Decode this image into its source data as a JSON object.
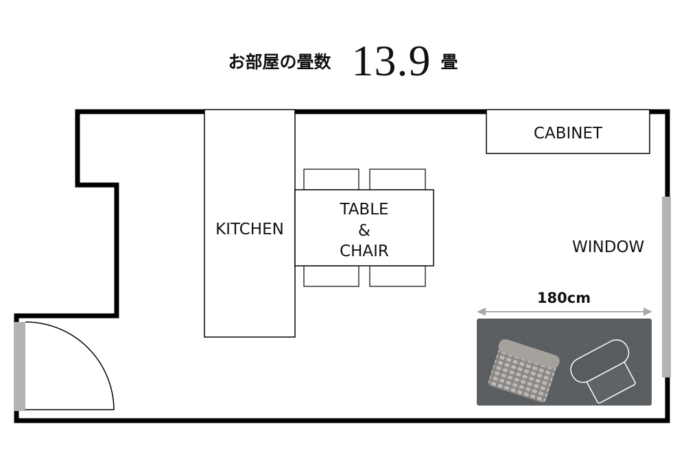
{
  "header": {
    "label": "お部屋の畳数",
    "value": "13.9",
    "unit": "畳"
  },
  "rooms": {
    "kitchen": "KITCHEN",
    "table_line1": "TABLE",
    "table_line2": "&",
    "table_line3": "CHAIR",
    "cabinet": "CABINET",
    "window": "WINDOW",
    "rug_width": "180cm"
  },
  "colors": {
    "wall": "#000000",
    "window": "#b3b3b3",
    "rug": "#5b5e61"
  }
}
